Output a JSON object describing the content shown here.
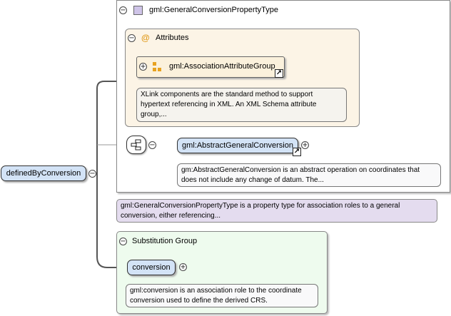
{
  "diagram": {
    "type_box": {
      "title": "gml:GeneralConversionPropertyType"
    },
    "attributes_box": {
      "title": "Attributes",
      "group_label": "gml:AssociationAttributeGroup",
      "group_note": "XLink components are the standard method to support hypertext referencing in XML. An XML Schema attribute group,..."
    },
    "choice_element": {
      "label": "gml:AbstractGeneralConversion",
      "note": "gm:AbstractGeneralConversion is an abstract operation on coordinates that does not include any change of datum. The..."
    },
    "type_note": "gml:GeneralConversionPropertyType is a property type for association roles to a general conversion, either referencing...",
    "root_element": {
      "label": "definedByConversion"
    },
    "substitution_group": {
      "title": "Substitution Group",
      "element_label": "conversion",
      "element_note": "gml:conversion is an association role to the coordinate conversion used to define the derived CRS."
    },
    "symbols": {
      "collapse": "−",
      "expand": "+",
      "attribute_at": "@",
      "link_arrow": "↗"
    },
    "colors": {
      "element_fill": "#d3e3f6",
      "attributes_fill": "#fcf4e6",
      "type_note_fill": "#e4dcef",
      "substitution_fill": "#eefbee",
      "connector": "#555555"
    }
  }
}
